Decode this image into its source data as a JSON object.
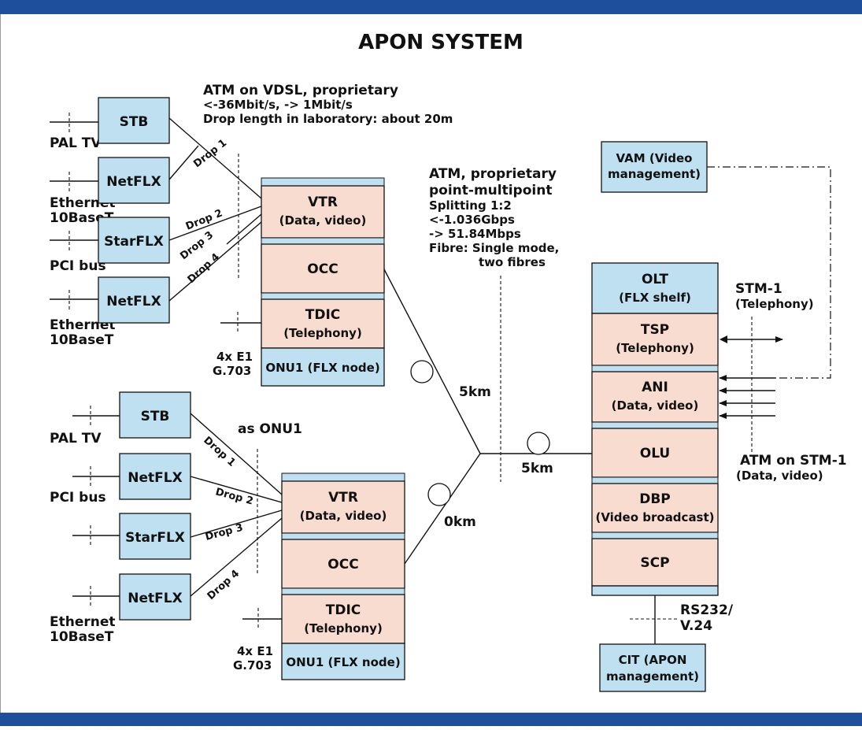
{
  "title": "APON SYSTEM",
  "colors": {
    "band": "#1e4f9c",
    "blue_box": "#bfe0f0",
    "pink_box": "#f8dccf"
  },
  "notes": {
    "vdsl_title": "ATM on VDSL, proprietary",
    "vdsl_rate": "<-36Mbit/s, -> 1Mbit/s",
    "vdsl_drop": "Drop length in laboratory: about 20m",
    "pon_title1": "ATM, proprietary",
    "pon_title2": "point-multipoint",
    "pon_split": "Splitting 1:2",
    "pon_down": "<-1.036Gbps",
    "pon_up": "-> 51.84Mbps",
    "pon_fibre1": "Fibre: Single mode,",
    "pon_fibre2": "two fibres",
    "as_onu1": "as ONU1",
    "stm1": "STM-1",
    "stm1_sub": "(Telephony)",
    "atm_stm1": "ATM on STM-1",
    "atm_stm1_sub": "(Data, video)",
    "rs232": "RS232/",
    "v24": "V.24",
    "km_upper": "5km",
    "km_lower": "0km",
    "km_trunk": "5km"
  },
  "top_group": {
    "terminals": [
      "STB",
      "NetFLX",
      "StarFLX",
      "NetFLX"
    ],
    "sources": [
      "PAL TV",
      "Ethernet",
      "10BaseT",
      "PCI bus",
      "Ethernet",
      "10BaseT"
    ],
    "drops": [
      "Drop 1",
      "Drop 2",
      "Drop 3",
      "Drop 4"
    ],
    "e1": "4x E1",
    "g703": "G.703"
  },
  "bottom_group": {
    "terminals": [
      "STB",
      "NetFLX",
      "StarFLX",
      "NetFLX"
    ],
    "sources": [
      "PAL TV",
      "PCI bus",
      "Ethernet",
      "10BaseT"
    ],
    "drops": [
      "Drop 1",
      "Drop 2",
      "Drop 3",
      "Drop 4"
    ],
    "e1": "4x E1",
    "g703": "G.703"
  },
  "onu_top": {
    "vtr": "VTR",
    "vtr_sub": "(Data, video)",
    "occ": "OCC",
    "tdic": "TDIC",
    "tdic_sub": "(Telephony)",
    "node": "ONU1 (FLX node)"
  },
  "onu_bottom": {
    "vtr": "VTR",
    "vtr_sub": "(Data, video)",
    "occ": "OCC",
    "tdic": "TDIC",
    "tdic_sub": "(Telephony)",
    "node": "ONU1 (FLX node)"
  },
  "olt": {
    "olt": "OLT",
    "olt_sub": "(FLX shelf)",
    "tsp": "TSP",
    "tsp_sub": "(Telephony)",
    "ani": "ANI",
    "ani_sub": "(Data, video)",
    "olu": "OLU",
    "dbp": "DBP",
    "dbp_sub": "(Video broadcast)",
    "scp": "SCP"
  },
  "vam": {
    "line1": "VAM (Video",
    "line2": "management)"
  },
  "cit": {
    "line1": "CIT  (APON",
    "line2": "management)"
  }
}
